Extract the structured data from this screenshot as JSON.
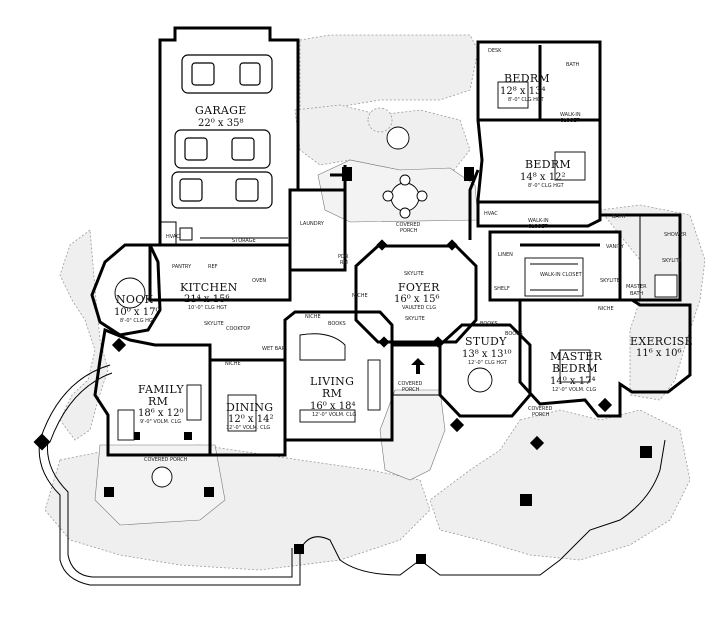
{
  "rooms": {
    "garage": {
      "name": "GARAGE",
      "size": "22⁰ x 35⁸"
    },
    "bedrm1": {
      "name": "BEDRM",
      "size": "12⁸ x 13⁴",
      "note": "8'-0\" CLG HGT"
    },
    "bedrm2": {
      "name": "BEDRM",
      "size": "14⁸ x 12²",
      "note": "8'-0\" CLG HGT"
    },
    "kitchen": {
      "name": "KITCHEN",
      "size": "21⁴ x 15⁶",
      "note": "10'-0\" CLG HGT"
    },
    "nook": {
      "name": "NOOK",
      "size": "10⁰ x 17⁰",
      "note": "8'-0\" CLG HGT"
    },
    "foyer": {
      "name": "FOYER",
      "size": "16⁰ x 15⁶",
      "note": "VAULTED CLG"
    },
    "study": {
      "name": "STUDY",
      "size": "13⁸ x 13¹⁰",
      "note": "12'-0\" CLG HGT"
    },
    "family": {
      "name": "FAMILY",
      "name2": "RM",
      "size": "18⁶ x 12⁰",
      "note": "9'-0\" VOLM. CLG"
    },
    "dining": {
      "name": "DINING",
      "size": "12⁰ x 14²",
      "note": "12'-0\" VOLM. CLG"
    },
    "living": {
      "name": "LIVING",
      "name2": "RM",
      "size": "16⁰ x 18⁴",
      "note": "12'-0\" VOLM. CLG"
    },
    "master": {
      "name": "MASTER",
      "name2": "BEDRM",
      "size": "14⁰ x 17⁴",
      "note": "12'-0\" VOLM. CLG"
    },
    "exercise": {
      "name": "EXERCISE",
      "size": "11⁶ x 10⁶"
    }
  },
  "labels": {
    "laundry": "LAUNDRY",
    "storage": "STORAGE",
    "pantry": "PANTRY",
    "pdr": "PDR",
    "pdr2": "RM",
    "covered_porch_top": "COVERED",
    "covered_porch_top2": "PORCH",
    "covered_porch_entry": "COVERED",
    "covered_porch_entry2": "PORCH",
    "covered_porch_family": "COVERED PORCH",
    "covered_porch_master": "COVERED",
    "covered_porch_master2": "PORCH",
    "walkin_closet": "WALK-IN CLOSET",
    "walkin_closet_small": "WALK-IN",
    "walkin_closet_small2": "CLOSET",
    "walkin_closet_b2": "WALK-IN",
    "walkin_closet_b2_2": "CLOSET",
    "master_bath": "MASTER",
    "master_bath2": "BATH",
    "bath1": "BATH",
    "bath2": "BATH",
    "vanity": "VANITY",
    "skylite1": "SKYLITE",
    "skylite2": "SKYLITE",
    "skylite3": "SKYLITE",
    "skylite4": "SKYLITE",
    "skylite5": "SKYLITE",
    "niche1": "NICHE",
    "niche2": "NICHE",
    "niche3": "NICHE",
    "niche4": "NICHE",
    "books1": "BOOKS",
    "books2": "BOOKS",
    "books3": "BOOKS",
    "wet_bar": "WET BAR",
    "hvac1": "HVAC",
    "hvac2": "HVAC",
    "ref": "REF",
    "oven": "OVEN",
    "cooktop": "COOKTOP",
    "shower": "SHOWER",
    "desk": "DESK",
    "linen": "LINEN",
    "shelf": "SHELF"
  }
}
